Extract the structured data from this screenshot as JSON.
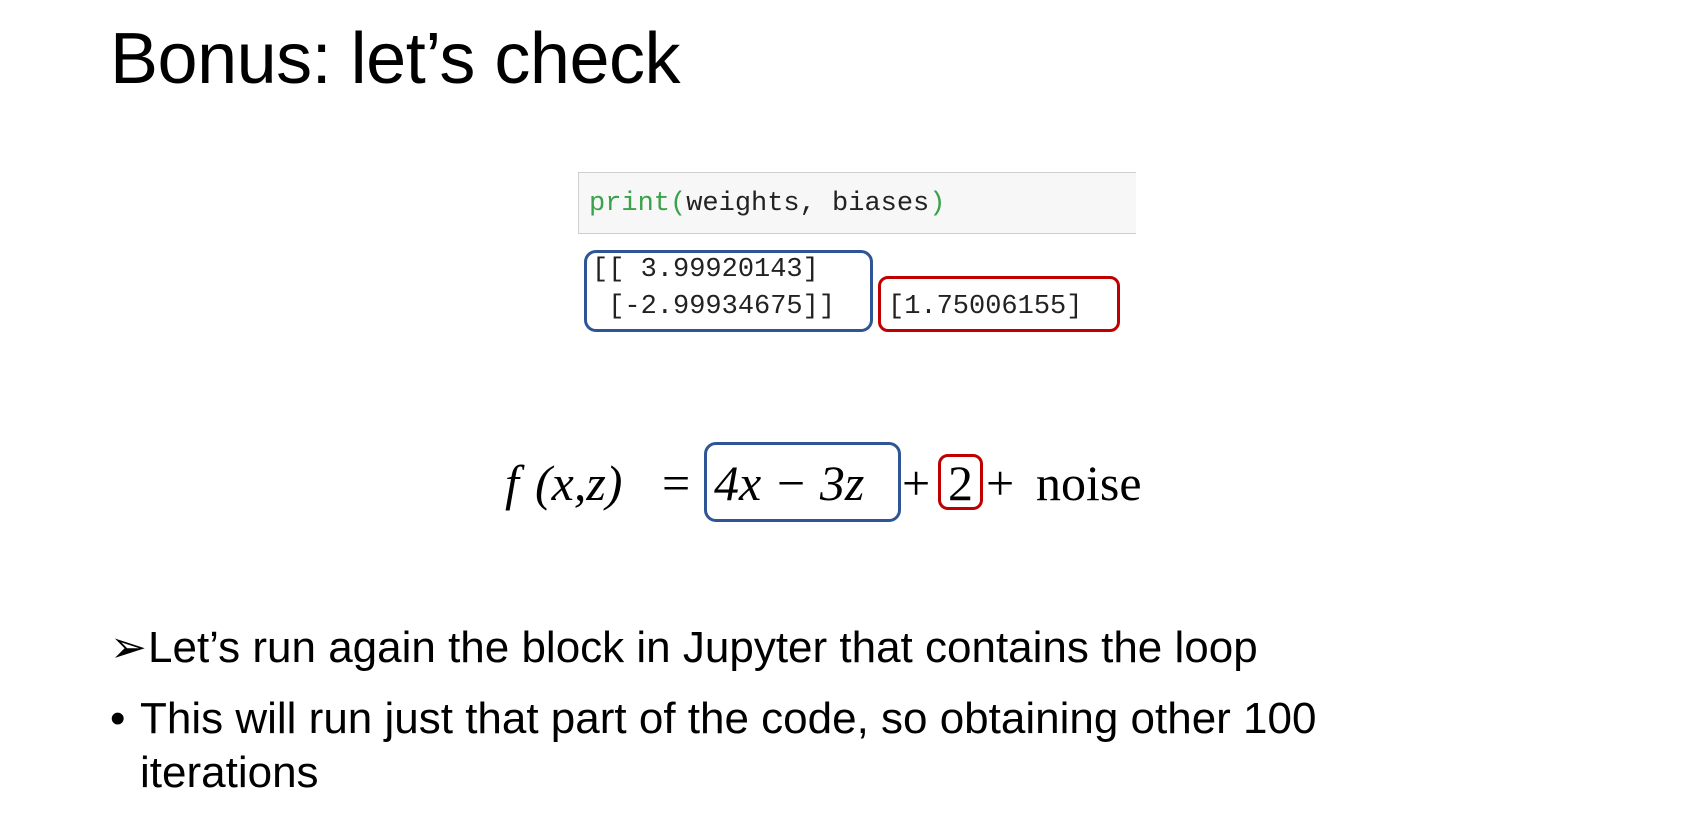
{
  "slide": {
    "title": "Bonus: let’s check"
  },
  "code": {
    "fn": "print",
    "open_paren": "(",
    "args": "weights, biases",
    "close_paren": ")"
  },
  "output": {
    "weights_line1": "[[ 3.99920143]",
    "weights_line2": " [-2.99934675]]",
    "biases": "[1.75006155]"
  },
  "equation": {
    "lhs_f": "f",
    "lhs_args": "(x,z)",
    "equals": "=",
    "weights_term": "4x − 3z",
    "plus1": "+",
    "bias_term": "2",
    "plus2": "+",
    "noise": "noise"
  },
  "bullets": {
    "arrow_glyph": "➢",
    "arrow_text": "Let’s run again the block in Jupyter that contains the loop",
    "dot_glyph": "•",
    "dot_text_line1": "This will run just that part of the code, so obtaining other 100",
    "dot_text_line2": "iterations"
  },
  "colors": {
    "blue_box": "#2f5597",
    "red_box": "#c00000",
    "code_green": "#3aa24a"
  }
}
